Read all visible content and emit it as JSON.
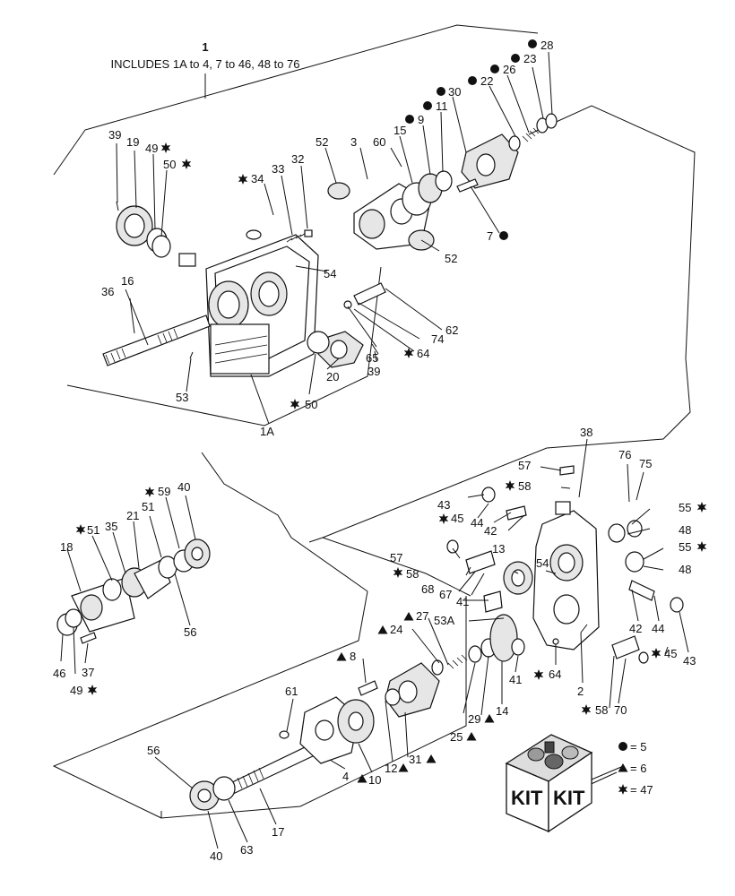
{
  "assembly": {
    "number": "1",
    "includes_text": "INCLUDES 1A to 4, 7 to 46, 48 to 76"
  },
  "labels": {
    "l28": "28",
    "l23": "23",
    "l26": "26",
    "l22": "22",
    "l30": "30",
    "l11": "11",
    "l9": "9",
    "l60": "60",
    "l15": "15",
    "l3": "3",
    "l52a": "52",
    "l52b": "52",
    "l7": "7",
    "l39a": "39",
    "l19": "19",
    "l49a": "49",
    "l50a": "50",
    "l34": "34",
    "l33": "33",
    "l32": "32",
    "l54a": "54",
    "l36": "36",
    "l16": "16",
    "l62": "62",
    "l74": "74",
    "l64a": "64",
    "l65": "65",
    "l39b": "39",
    "l20": "20",
    "l50b": "50",
    "l53": "53",
    "l1A": "1A",
    "l38": "38",
    "l57a": "57",
    "l58a": "58",
    "l76": "76",
    "l75": "75",
    "l43a": "43",
    "l45a": "45",
    "l44a": "44",
    "l42a": "42",
    "l55a": "55",
    "l48a": "48",
    "l55b": "55",
    "l48b": "48",
    "l57b": "57",
    "l58b": "58",
    "l68": "68",
    "l67": "67",
    "l13": "13",
    "l54b": "54",
    "l41a": "41",
    "l53A": "53A",
    "l27": "27",
    "l24": "24",
    "l8": "8",
    "l25": "25",
    "l29": "29",
    "l14": "14",
    "l41b": "41",
    "l64b": "64",
    "l2": "2",
    "l42b": "42",
    "l44b": "44",
    "l45b": "45",
    "l43b": "43",
    "l58c": "58",
    "l70": "70",
    "l59": "59",
    "l40a": "40",
    "l51a": "51",
    "l35": "35",
    "l21": "21",
    "l51b": "51",
    "l18": "18",
    "l56a": "56",
    "l46": "46",
    "l49b": "49",
    "l37": "37",
    "l61": "61",
    "l12": "12",
    "l31": "31",
    "l10": "10",
    "l4": "4",
    "l56b": "56",
    "l17": "17",
    "l40b": "40",
    "l63": "63"
  },
  "legend": {
    "kit_word": "KIT",
    "circle_entry": "= 5",
    "triangle_entry": "= 6",
    "star_entry": "= 47"
  },
  "colors": {
    "ink": "#111111",
    "paper": "#ffffff"
  },
  "icons": {
    "circle": "filled-circle-marker-icon",
    "triangle": "filled-triangle-marker-icon",
    "star": "star-marker-icon"
  }
}
